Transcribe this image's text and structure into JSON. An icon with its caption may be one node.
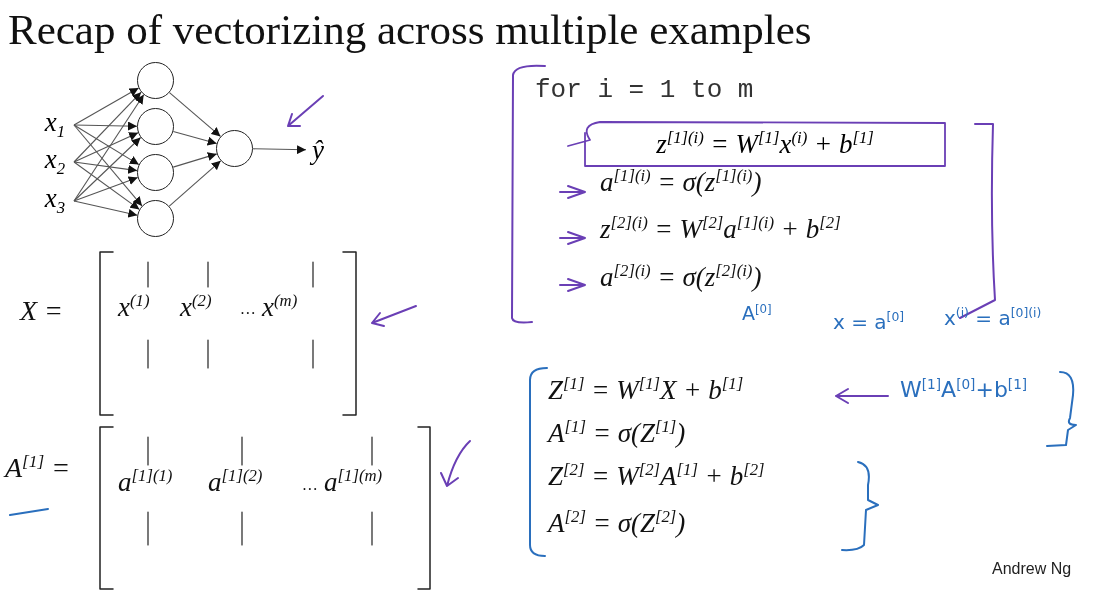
{
  "diagram": {
    "title": "Recap of vectorizing across multiple examples",
    "nodes": [
      {
        "text": [
          "x$_{1}$"
        ]
      },
      {
        "text": [
          "x$_{2}$"
        ]
      },
      {
        "text": [
          "x$_{3}$"
        ]
      },
      {
        "text": [],
        "shape": "circle"
      },
      {
        "text": [],
        "shape": "circle"
      },
      {
        "text": [],
        "shape": "circle"
      },
      {
        "text": [],
        "shape": "circle"
      },
      {
        "text": [],
        "shape": "circle"
      },
      {
        "text": [
          "ŷ"
        ]
      },
      {
        "text": [
          "z$^{[1](i)}$ = W$^{[1]}$x$^{(i)}$ + b$^{[1]}$"
        ]
      }
    ],
    "edges": [
      {
        "from": 0,
        "to": 3,
        "arrow": "to"
      },
      {
        "from": 0,
        "to": 4,
        "arrow": "to"
      },
      {
        "from": 0,
        "to": 5,
        "arrow": "to"
      },
      {
        "from": 0,
        "to": 6,
        "arrow": "to"
      },
      {
        "from": 1,
        "to": 3,
        "arrow": "to"
      },
      {
        "from": 1,
        "to": 4,
        "arrow": "to"
      },
      {
        "from": 1,
        "to": 5,
        "arrow": "to"
      },
      {
        "from": 1,
        "to": 6,
        "arrow": "to"
      },
      {
        "from": 2,
        "to": 3,
        "arrow": "to"
      },
      {
        "from": 2,
        "to": 4,
        "arrow": "to"
      },
      {
        "from": 2,
        "to": 5,
        "arrow": "to"
      },
      {
        "from": 2,
        "to": 6,
        "arrow": "to"
      },
      {
        "from": 3,
        "to": 7,
        "arrow": "to"
      },
      {
        "from": 4,
        "to": 7,
        "arrow": "to"
      },
      {
        "from": 5,
        "to": 7,
        "arrow": "to"
      },
      {
        "from": 6,
        "to": 7,
        "arrow": "to"
      },
      {
        "from": 7,
        "to": 8,
        "arrow": "to"
      }
    ],
    "labels": [
      "for i = 1 to m",
      "a$^{[1](i)}$ = σ(z$^{[1](i)}$)",
      "z$^{[2](i)}$ = W$^{[2]}$a$^{[1](i)}$ + b$^{[2]}$",
      "a$^{[2](i)}$ = σ(z$^{[2](i)}$)",
      "X =",
      "x$^{(1)}$",
      "x$^{(2)}$",
      "…",
      "x$^{(m)}$",
      "A$^{[0]}$",
      "x = a$^{[0]}$",
      "x$^{(i)}$ = a$^{[0](i)}$",
      "Z$^{[1]}$ = W$^{[1]}$X + b$^{[1]}$",
      "W$^{[1]}$A$^{[0]}$+b$^{[1]}$",
      "A$^{[1]}$ =",
      "a$^{[1](1)}$",
      "a$^{[1](2)}$",
      "…",
      "a$^{[1](m)}$",
      "A$^{[1]}$ = σ(Z$^{[1]}$)",
      "Z$^{[2]}$ = W$^{[2]}$A$^{[1]}$ + b$^{[2]}$",
      "A$^{[2]}$ = σ(Z$^{[2]}$)",
      "Andrew Ng"
    ]
  }
}
